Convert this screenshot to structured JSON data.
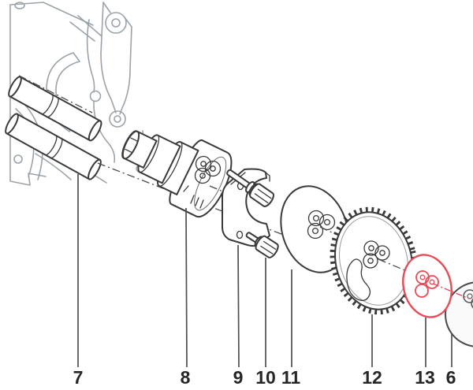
{
  "diagram": {
    "type": "exploded-parts-diagram",
    "colors": {
      "background": "#ffffff",
      "line": "#3a3a3a",
      "engine_block": "#9ca3a8",
      "leader": "#4f4f4f",
      "label": "#262626",
      "highlight": "#e84a56"
    },
    "callouts": [
      {
        "label": "7",
        "highlighted": false
      },
      {
        "label": "8",
        "highlighted": false
      },
      {
        "label": "9",
        "highlighted": false
      },
      {
        "label": "10",
        "highlighted": false
      },
      {
        "label": "11",
        "highlighted": false
      },
      {
        "label": "12",
        "highlighted": false
      },
      {
        "label": "13",
        "highlighted": true
      },
      {
        "label": "6",
        "highlighted": false
      }
    ]
  }
}
